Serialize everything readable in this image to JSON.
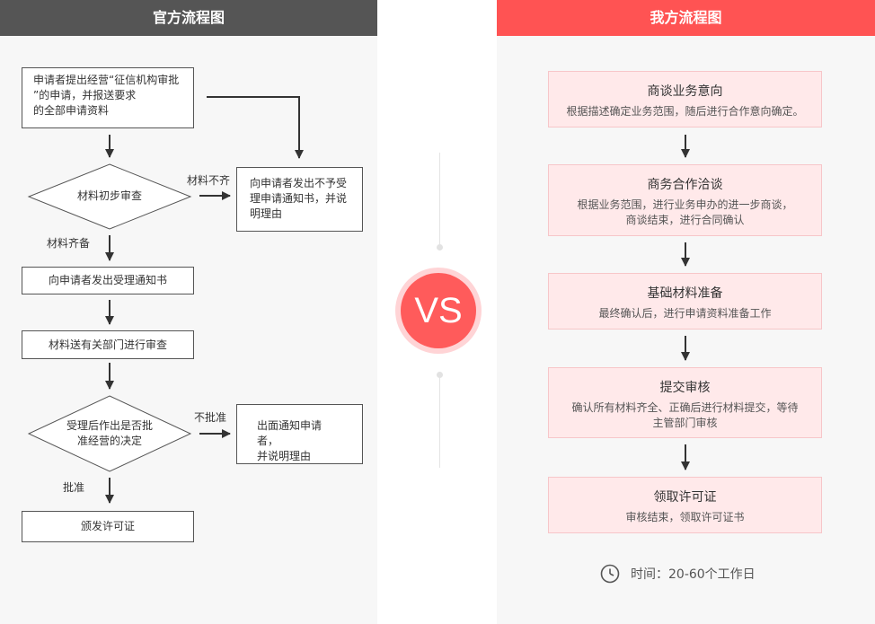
{
  "left": {
    "header": "官方流程图",
    "box1_lines": [
      "申请者提出经营“征信机构审批",
      "”的申请，并报送要求",
      "的全部申请资料"
    ],
    "diamond1": "材料初步审查",
    "label_incomplete": "材料不齐",
    "reject_box_lines": [
      "向申请者发出不予受",
      "理申请通知书，并说",
      "明理由"
    ],
    "label_complete": "材料齐备",
    "accept_notice": "向申请者发出受理通知书",
    "dept_review": "材料送有关部门进行审查",
    "diamond2_lines": [
      "受理后作出是否批",
      "准经营的决定"
    ],
    "label_not_approved": "不批准",
    "written_notice_lines": [
      "出面通知申请者，",
      "并说明理由"
    ],
    "label_approved": "批准",
    "issue_license": "颁发许可证"
  },
  "vs": "VS",
  "right": {
    "header": "我方流程图",
    "steps": [
      {
        "title": "商谈业务意向",
        "desc_lines": [
          "根据描述确定业务范围，随后进行合作意向确定。"
        ]
      },
      {
        "title": "商务合作洽谈",
        "desc_lines": [
          "根据业务范围，进行业务申办的进一步商谈，",
          "商谈结束，进行合同确认"
        ]
      },
      {
        "title": "基础材料准备",
        "desc_lines": [
          "最终确认后，进行申请资料准备工作"
        ]
      },
      {
        "title": "提交审核",
        "desc_lines": [
          "确认所有材料齐全、正确后进行材料提交，等待",
          "主管部门审核"
        ]
      },
      {
        "title": "领取许可证",
        "desc_lines": [
          "审核结束，领取许可证书"
        ]
      }
    ],
    "time_label": "时间：",
    "time_value": "20-60个工作日"
  },
  "colors": {
    "left_header": "#555555",
    "right_header": "#ff5353",
    "step_bg": "#ffe9ea",
    "vs_circle": "#ff5b5b"
  },
  "icons": {
    "time": "clock-icon"
  }
}
